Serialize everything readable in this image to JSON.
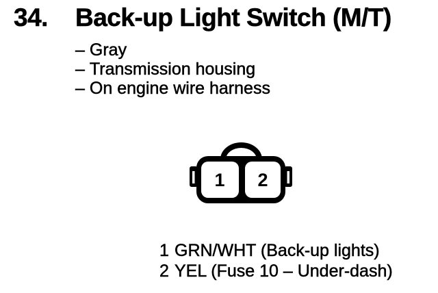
{
  "page": {
    "background": "#ffffff",
    "ink": "#000000"
  },
  "header": {
    "number": "34.",
    "title": "Back-up Light Switch (M/T)"
  },
  "details": [
    {
      "bullet": "–",
      "text": "Gray"
    },
    {
      "bullet": "–",
      "text": "Transmission housing"
    },
    {
      "bullet": "–",
      "text": "On engine wire harness"
    }
  ],
  "connector": {
    "pins": [
      "1",
      "2"
    ]
  },
  "legend": [
    {
      "pin": "1",
      "label": "GRN/WHT (Back-up lights)"
    },
    {
      "pin": "2",
      "label": "YEL (Fuse 10 – Under-dash)"
    }
  ]
}
